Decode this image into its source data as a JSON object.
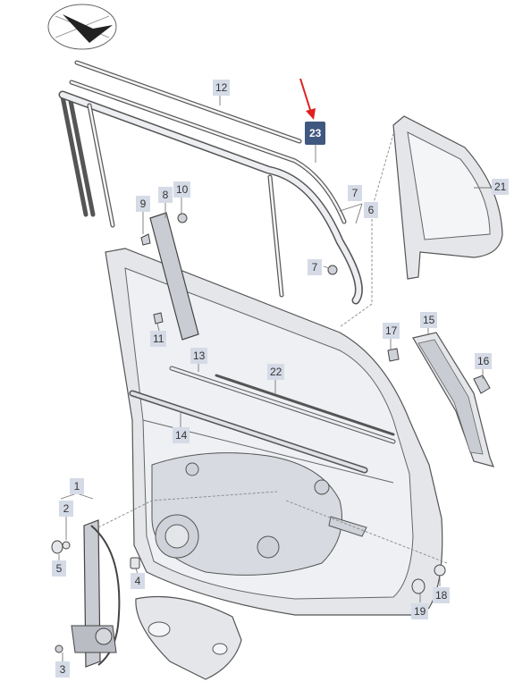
{
  "diagram": {
    "highlighted_part": "23",
    "callouts": [
      "1",
      "2",
      "3",
      "4",
      "5",
      "6",
      "7",
      "7",
      "8",
      "9",
      "10",
      "11",
      "12",
      "13",
      "14",
      "15",
      "16",
      "17",
      "18",
      "19",
      "21",
      "22",
      "23"
    ],
    "colors": {
      "highlight": "#3f587f",
      "callout_bg": "#d5dbe6",
      "arrow": "#e02020"
    }
  }
}
